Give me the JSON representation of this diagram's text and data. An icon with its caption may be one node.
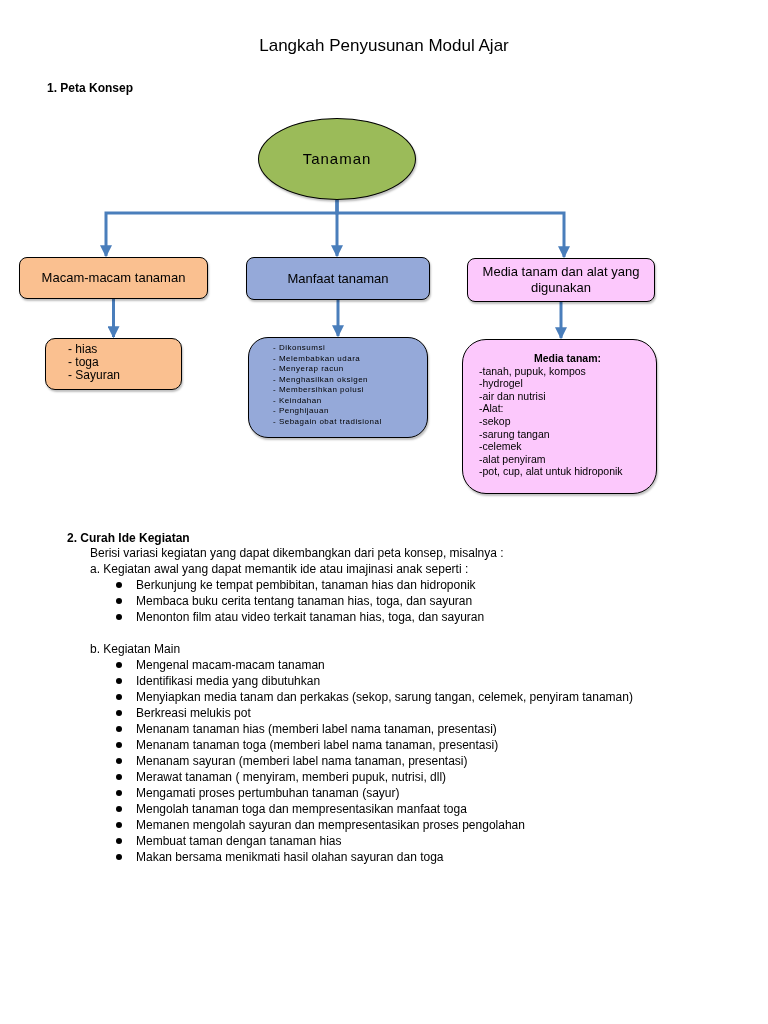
{
  "diagram": {
    "title": "Langkah Penyusunan Modul Ajar",
    "nodes": [
      {
        "text": [
          "Tanaman"
        ]
      },
      {
        "text": [
          "Macam-macam tanaman"
        ]
      },
      {
        "text": [
          "Manfaat tanaman"
        ]
      },
      {
        "text": [
          "Media tanam dan alat yang digunakan"
        ]
      },
      {
        "text": [
          "- hias",
          "- toga",
          "- Sayuran"
        ]
      },
      {
        "text": [
          "- Dikonsumsi",
          "- Melembabkan udara",
          "- Menyerap racun",
          "- Menghasilkan oksigen",
          "- Membersihkan polusi",
          "- Keindahan",
          "- Penghijauan",
          "- Sebagain obat tradisional"
        ]
      },
      {
        "text": [
          "Media tanam:",
          "-tanah, pupuk, kompos",
          "-hydrogel",
          "-air dan nutrisi",
          "-Alat:",
          "-sekop",
          "-sarung tangan",
          "-celemek",
          "-alat penyiram",
          "-pot, cup, alat untuk hidroponik"
        ]
      }
    ],
    "edges": [
      {
        "from": 0,
        "to": 1,
        "arrow": "to"
      },
      {
        "from": 0,
        "to": 2,
        "arrow": "to"
      },
      {
        "from": 0,
        "to": 3,
        "arrow": "to"
      },
      {
        "from": 1,
        "to": 4,
        "arrow": "to"
      },
      {
        "from": 2,
        "to": 5,
        "arrow": "to"
      },
      {
        "from": 3,
        "to": 6,
        "arrow": "to"
      }
    ],
    "labels": [
      "1. Peta Konsep",
      "2. Curah Ide Kegiatan",
      "Berisi variasi kegiatan yang dapat dikembangkan dari peta konsep, misalnya :",
      "a. Kegiatan awal yang dapat memantik ide atau imajinasi anak seperti :",
      "Berkunjung ke tempat pembibitan, tanaman hias dan hidroponik",
      "Membaca buku cerita tentang tanaman hias, toga, dan sayuran",
      "Menonton film atau video terkait tanaman hias, toga, dan sayuran",
      "b. Kegiatan Main",
      "Mengenal macam-macam tanaman",
      "Identifikasi media yang dibutuhkan",
      "Menyiapkan media tanam dan perkakas (sekop, sarung tangan, celemek, penyiram tanaman)",
      "Berkreasi melukis pot",
      "Menanam tanaman hias (memberi label nama tanaman, presentasi)",
      "Menanam tanaman toga (memberi label nama tanaman, presentasi)",
      "Menanam sayuran (memberi label nama tanaman, presentasi)",
      "Merawat tanaman ( menyiram, memberi pupuk, nutrisi, dll)",
      "Mengamati proses pertumbuhan tanaman (sayur)",
      "Mengolah tanaman toga dan mempresentasikan manfaat toga",
      "Memanen mengolah sayuran dan mempresentasikan proses pengolahan",
      "Membuat taman dengan tanaman hias",
      "Makan bersama menikmati hasil olahan sayuran dan toga"
    ]
  }
}
